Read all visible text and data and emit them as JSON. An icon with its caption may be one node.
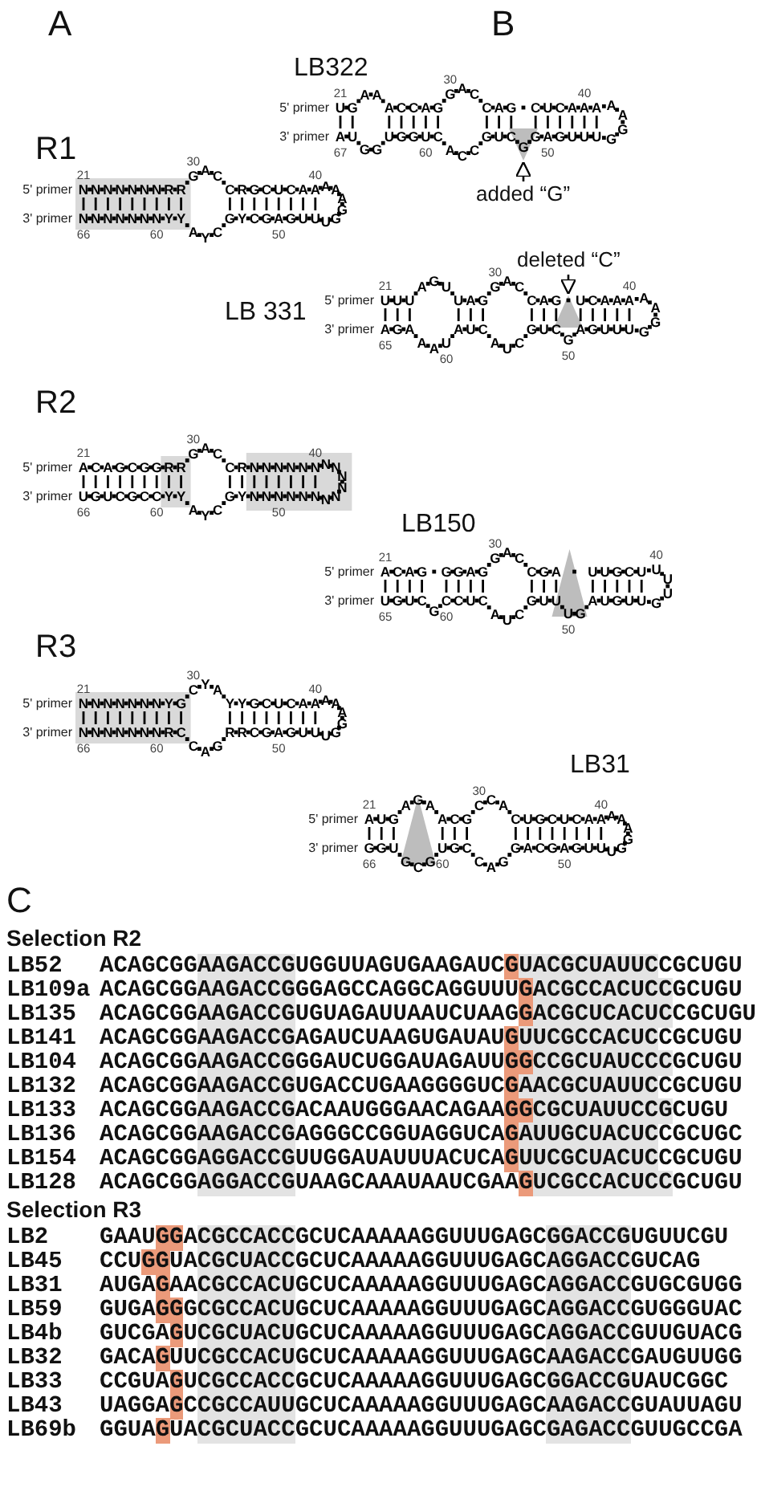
{
  "diagram": {
    "nodes": [
      {
        "text": [
          "added “G”"
        ]
      },
      {
        "text": [],
        "shape": "triangle"
      },
      {
        "text": [
          "deleted “C”"
        ]
      },
      {
        "text": [],
        "shape": "triangle"
      }
    ],
    "edges": [
      {
        "from": 0,
        "to": 1,
        "arrow": "to"
      },
      {
        "from": 2,
        "to": 3,
        "arrow": "to"
      }
    ],
    "labels": [
      "A",
      "B",
      "LB322",
      "21",
      "30",
      "40",
      "5' primer",
      "UGAAACCAGGACCAGCUCAAAAA",
      "3' primer",
      "AUGGUGGUCACCGUCGGAGUUUGG",
      "67",
      "60",
      "50",
      "R1",
      "21",
      "30",
      "40",
      "5' primer",
      "NNNNNNNRRGACCRGCUCAAAAA",
      "3' primer",
      "NNNNNNNYYAYCGYCGAGUUUGG",
      "66",
      "60",
      "50",
      "LB 331",
      "21",
      "30",
      "40",
      "5' primer",
      "UUUAGUUAGGACCAGUCAAAAA",
      "3' primer",
      "AGAAAUAUCAUCGUCGAGUUUGG",
      "65",
      "60",
      "50",
      "R2",
      "21",
      "30",
      "40",
      "5' primer",
      "ACAGCGGRRGACCRNNNNNNNNN",
      "3' primer",
      "UGUCGCCYYAYCGYNNNNNNNNN",
      "66",
      "60",
      "50",
      "LB150",
      "21",
      "30",
      "40",
      "5' primer",
      "ACAGGGAGGACCGAUUGCUUU",
      "3' primer",
      "UGUCGCCUCAUCGUUUGAUGUUGU",
      "65",
      "60",
      "50",
      "R3",
      "21",
      "30",
      "40",
      "5' primer",
      "NNNNNNNYGCYAYYGCUCAAAAA",
      "3' primer",
      "NNNNNNNRCCAGRRCGAGUUUGG",
      "66",
      "60",
      "50",
      "LB31",
      "21",
      "30",
      "40",
      "5' primer",
      "AUGAGAACGCCACUGCUCAAAAA",
      "3' primer",
      "GGUGCGUGCCAGGACGAGUUUGG",
      "66",
      "60",
      "50",
      "C",
      "Selection R2",
      "LB52",
      "ACAGCGGAAGACCGUGGUUAGUGAAGAUCGUACGCUAUUCCGCUGU",
      "LB109a",
      "ACAGCGGAAGACCGGGAGCCAGGCAGGUUUGACGCCACUCCGCUGU",
      "LB135",
      "ACAGCGGAAGACCGUGUAGAUUAAUCUAAGGACGCUCACUCCGCUGU",
      "LB141",
      "ACAGCGGAAGACCGAGAUCUAAGUGAUAUGUUCGCCACUCCGCUGU",
      "LB104",
      "ACAGCGGAAGACCGGGAUCUGGAUAGAUUGGCCGCUAUCCCGCUGU",
      "LB132",
      "ACAGCGGAAGACCGUGACCUGAAGGGGUCGAACGCUAUUCCGCUGU",
      "LB133",
      "ACAGCGGAAGACCGACAAUGGGAACAGAAGGCGCUAUUCCGCUGU",
      "LB136",
      "ACAGCGGAAGACCGAGGGCCGGUAGGUCAGAUUGCUACUCCGCUGC",
      "LB154",
      "ACAGCGGAGGACCGUUGGAUAUUUACUCAGUUCGCUACUCCGCUGU",
      "LB128",
      "ACAGCGGAGGACCGUAAGCAAAUAAUCGAAGUCGCCACUCCGCUGU",
      "Selection R3",
      "LB2",
      "GAAUGGACGCCACCGCUCAAAAAGGUUUGAGCGGACCGUGUUCGU",
      "LB45",
      "CCUGGUACGCUACCGCUCAAAAAGGUUUGAGCAGGACCGUCAG",
      "LB31",
      "AUGAGAACGCCACUGCUCAAAAAGGUUUGAGCAGGACCGUGCGUGG",
      "LB59",
      "GUGAGGGCGCCACUGCUCAAAAAGGUUUGAGCAGGACCGUGGGUAC",
      "LB4b",
      "GUCGAGUCGCUACUGCUCAAAAAGGUUUGAGCAGGACCGUUGUACG",
      "LB32",
      "GACAGUUCGCCACUGCUCAAAAAGGUUUGAGCAAGACCGAUGUUGG",
      "LB33",
      "CCGUAGUCGCCACCGCUCAAAAAGGUUUGAGCGGACCGUAUCGGC",
      "LB43",
      "UAGGAGCCGCCAUUGCUCAAAAAGGUUUGAGCAAGACCGUAUUAGU",
      "LB69b",
      "GGUAGUACGCUACCGCUCAAAAAGGUUUGAGCGAGACCGUUGCCGA"
    ]
  }
}
